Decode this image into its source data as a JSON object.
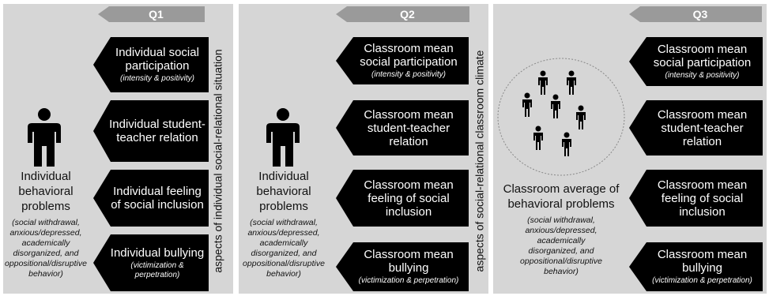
{
  "colors": {
    "panel": "#d6d6d6",
    "box": "#000000",
    "tag": "#9a9a9a",
    "text": "#111111"
  },
  "panels": [
    {
      "tag": "Q1",
      "left_title": "Individual behavioral problems",
      "left_sub": "(social withdrawal, anxious/depressed, academically disorganized, and oppositional/disruptive behavior)",
      "vertical": "aspects of individual social-relational situation",
      "boxes": [
        {
          "title": "Individual social participation",
          "sub": "(intensity & positivity)"
        },
        {
          "title": "Individual student-teacher relation",
          "sub": ""
        },
        {
          "title": "Individual feeling of social inclusion",
          "sub": ""
        },
        {
          "title": "Individual bullying",
          "sub": "(victimization & perpetration)"
        }
      ]
    },
    {
      "tag": "Q2",
      "left_title": "Individual behavioral problems",
      "left_sub": "(social withdrawal, anxious/depressed, academically disorganized, and oppositional/disruptive behavior)",
      "vertical": "aspects of social-relational classroom climate",
      "boxes": [
        {
          "title": "Classroom mean social participation",
          "sub": "(intensity & positivity)"
        },
        {
          "title": "Classroom mean student-teacher relation",
          "sub": ""
        },
        {
          "title": "Classroom mean feeling of social inclusion",
          "sub": ""
        },
        {
          "title": "Classroom mean bullying",
          "sub": "(victimization & perpetration)"
        }
      ]
    },
    {
      "tag": "Q3",
      "left_title": "Classroom average of behavioral problems",
      "left_sub": "(social withdrawal, anxious/depressed, academically disorganized, and oppositional/disruptive behavior)",
      "vertical": "",
      "boxes": [
        {
          "title": "Classroom mean social participation",
          "sub": "(intensity & positivity)"
        },
        {
          "title": "Classroom mean student-teacher relation",
          "sub": ""
        },
        {
          "title": "Classroom mean feeling of social inclusion",
          "sub": ""
        },
        {
          "title": "Classroom mean bullying",
          "sub": "(victimization & perpetration)"
        }
      ]
    }
  ]
}
